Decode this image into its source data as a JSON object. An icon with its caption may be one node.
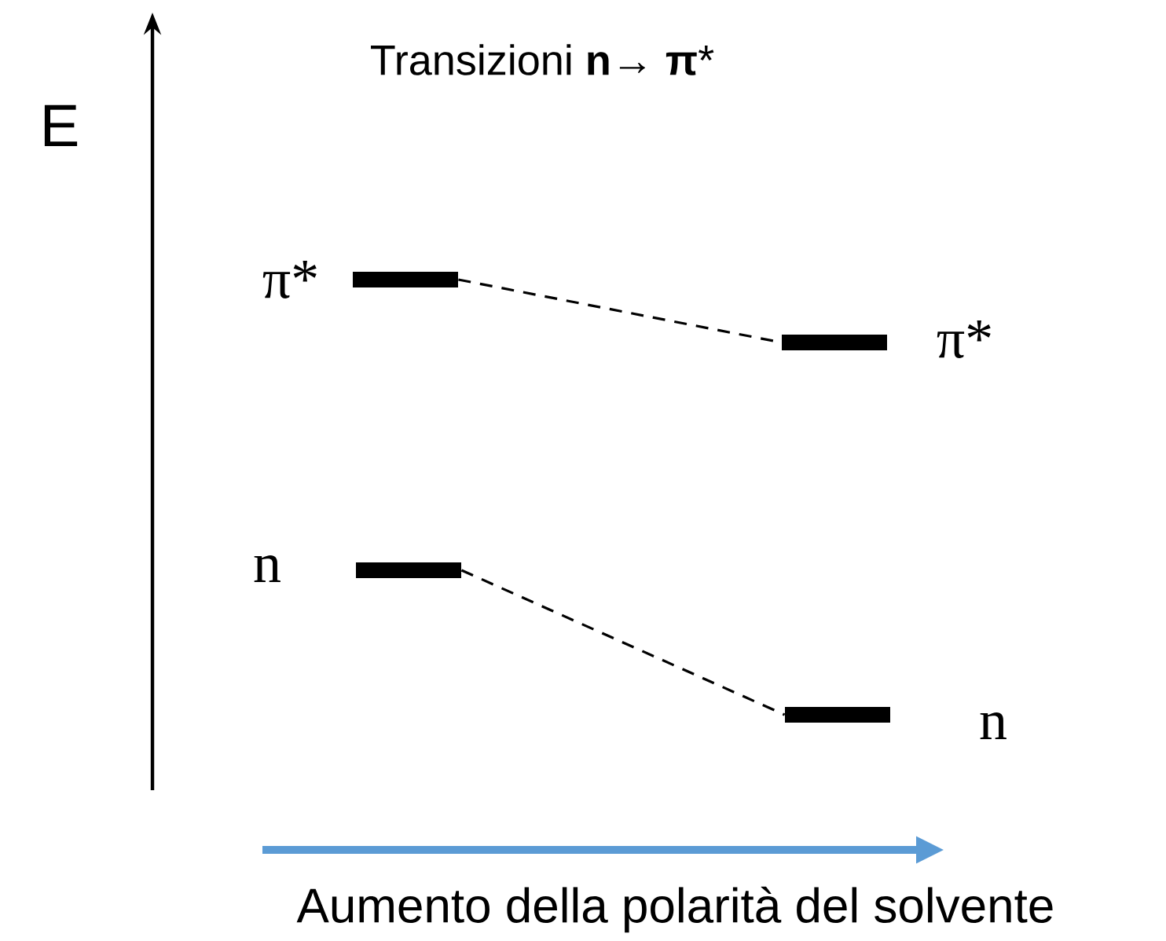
{
  "diagram": {
    "title": "Transizioni **n→ π***",
    "nodes": [
      {
        "text": [],
        "shape": "bar",
        "beside": [
          "π*"
        ]
      },
      {
        "text": [],
        "shape": "bar",
        "beside": [
          "π*"
        ]
      },
      {
        "text": [],
        "shape": "bar",
        "beside": [
          "n"
        ]
      },
      {
        "text": [],
        "shape": "bar",
        "beside": [
          "n"
        ]
      }
    ],
    "edges": [
      {
        "from": 0,
        "to": 1,
        "arrow": "none",
        "style": "dashed"
      },
      {
        "from": 2,
        "to": 3,
        "arrow": "none",
        "style": "dashed"
      }
    ],
    "labels": [
      "E",
      "Aumento della polarità del solvente"
    ]
  }
}
